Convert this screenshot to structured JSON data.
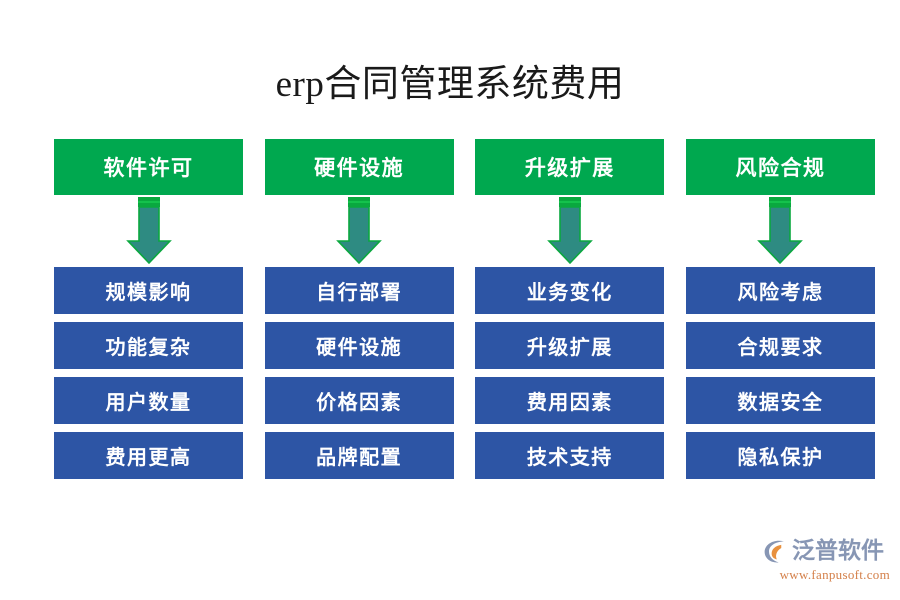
{
  "page": {
    "title": "erp合同管理系统费用",
    "background_color": "#ffffff"
  },
  "colors": {
    "header_green": "#00a84f",
    "item_blue": "#2d55a5",
    "arrow_teal": "#2e8b82",
    "arrow_cap_green": "#0aa83f",
    "title_text": "#1a1a1a",
    "logo_blue_gray": "#8796b4",
    "logo_orange": "#d4804a"
  },
  "columns": [
    {
      "header": "软件许可",
      "arrow_icon": "arrow-down-icon",
      "items": [
        "规模影响",
        "功能复杂",
        "用户数量",
        "费用更高"
      ]
    },
    {
      "header": "硬件设施",
      "arrow_icon": "arrow-down-icon",
      "items": [
        "自行部署",
        "硬件设施",
        "价格因素",
        "品牌配置"
      ]
    },
    {
      "header": "升级扩展",
      "arrow_icon": "arrow-down-icon",
      "items": [
        "业务变化",
        "升级扩展",
        "费用因素",
        "技术支持"
      ]
    },
    {
      "header": "风险合规",
      "arrow_icon": "arrow-down-icon",
      "items": [
        "风险考虑",
        "合规要求",
        "数据安全",
        "隐私保护"
      ]
    }
  ],
  "watermark": {
    "logo_icon": "fanpu-swoosh-logo-icon",
    "brand": "泛普软件",
    "url": "www.fanpusoft.com"
  }
}
